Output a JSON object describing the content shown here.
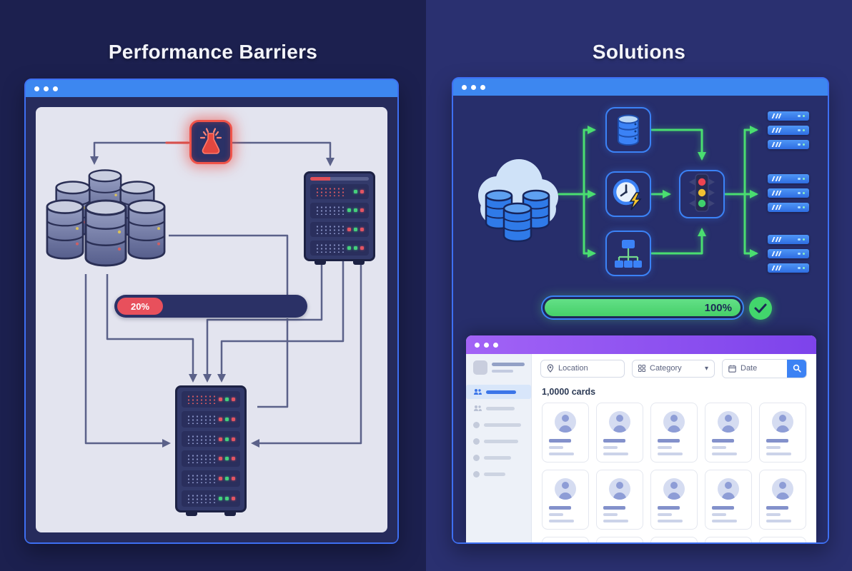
{
  "left_panel": {
    "title": "Performance Barriers",
    "window": {
      "progress_label": "20%",
      "progress_value": 20,
      "nodes": [
        "alert-flask",
        "database-cluster",
        "server-rack-4u",
        "server-rack-6u"
      ]
    }
  },
  "right_panel": {
    "title": "Solutions",
    "window": {
      "progress_label": "100%",
      "progress_value": 100,
      "nodes": [
        "cloud-databases",
        "database",
        "clock-lightning",
        "sitemap",
        "traffic-light",
        "server-group-1",
        "server-group-2",
        "server-group-3",
        "check-badge"
      ]
    },
    "app_window": {
      "filters": {
        "location": "Location",
        "category": "Category",
        "date": "Date"
      },
      "results_count": "1,0000 cards",
      "sidebar_item_count": 6,
      "visible_card_count": 15
    }
  },
  "icons": [
    "alert-flask-icon",
    "database-cluster-icon",
    "server-rack-icon",
    "cloud-databases-icon",
    "database-icon",
    "clock-lightning-icon",
    "sitemap-icon",
    "traffic-light-icon",
    "server-row-icon",
    "check-icon",
    "location-pin-icon",
    "category-grid-icon",
    "chevron-down-icon",
    "calendar-icon",
    "search-icon",
    "people-icon",
    "avatar-icon"
  ],
  "colors": {
    "left_bg": "#1c204f",
    "right_bg": "#2a3070",
    "titlebar_blue": "#3d87f0",
    "accent_blue": "#3b82f6",
    "alert_red": "#ef5349",
    "progress_red": "#e8505c",
    "success_green": "#46cf69",
    "arrow_green": "#4ade70",
    "app_purple": "#8b53ef",
    "canvas_lavender": "#e3e4ef",
    "line_gray": "#5b6189"
  }
}
